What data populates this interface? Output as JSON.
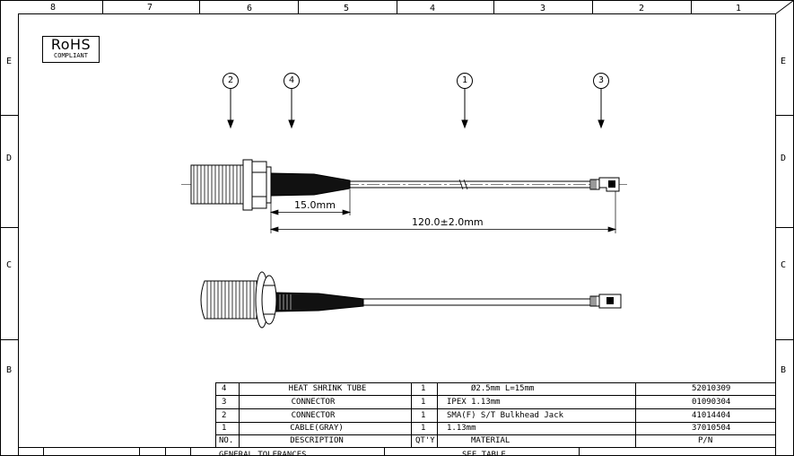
{
  "border_columns": [
    "8",
    "7",
    "6",
    "5",
    "4",
    "3",
    "2",
    "1"
  ],
  "border_rows": [
    "E",
    "D",
    "C",
    "B"
  ],
  "rohs": {
    "main": "RoHS",
    "sub": "COMPLIANT"
  },
  "balloons": [
    "2",
    "4",
    "1",
    "3"
  ],
  "dimensions": {
    "shrink_length": "15.0mm",
    "total_length": "120.0±2.0mm"
  },
  "bom": {
    "header": {
      "no": "NO.",
      "description": "DESCRIPTION",
      "qty": "QT'Y",
      "material": "MATERIAL",
      "pn": "P/N"
    },
    "rows": [
      {
        "no": "4",
        "description": "HEAT SHRINK TUBE",
        "qty": "1",
        "material": "Ø2.5mm L=15mm",
        "pn": "52010309"
      },
      {
        "no": "3",
        "description": "CONNECTOR",
        "qty": "1",
        "material": "IPEX 1.13mm",
        "pn": "01090304"
      },
      {
        "no": "2",
        "description": "CONNECTOR",
        "qty": "1",
        "material": "SMA(F) S/T Bulkhead Jack",
        "pn": "41014404"
      },
      {
        "no": "1",
        "description": "CABLE(GRAY)",
        "qty": "1",
        "material": "1.13mm",
        "pn": "37010504"
      }
    ]
  },
  "footer": {
    "tolerances": "GENERAL TOLERANCES",
    "table_ref": "SEE TABLE"
  }
}
